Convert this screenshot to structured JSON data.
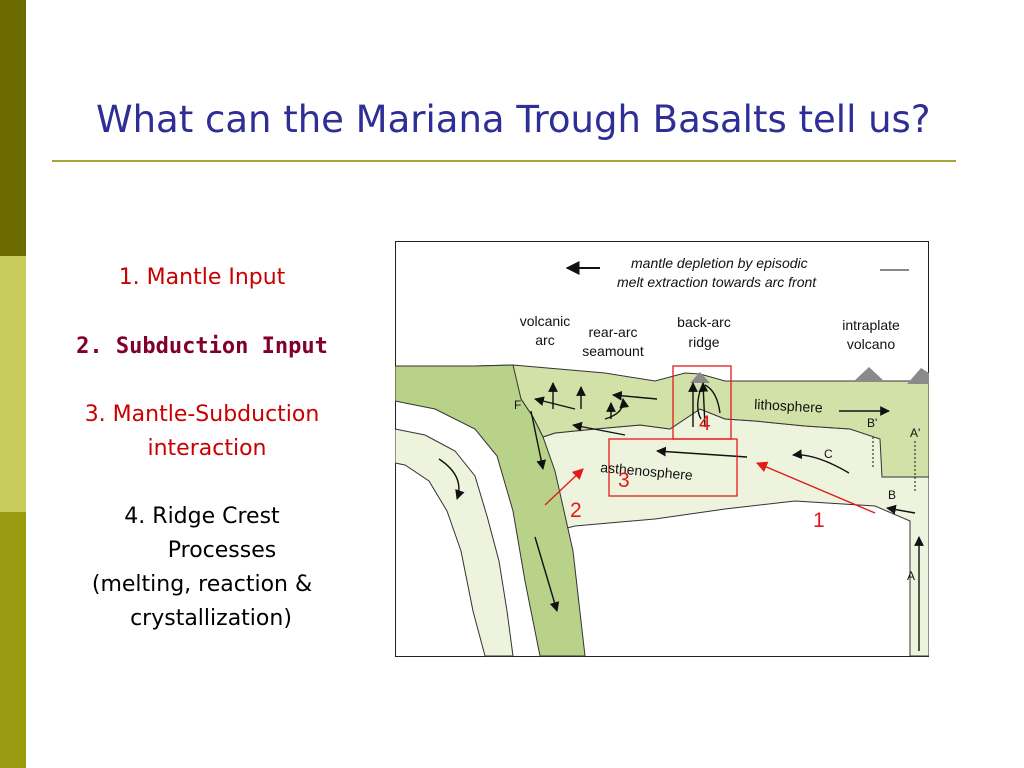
{
  "sidebar_colors": [
    "#6b6b00",
    "#c8cc5a",
    "#9a9a10"
  ],
  "title": "What can the Mariana Trough Basalts tell us?",
  "list": [
    {
      "lines": [
        "1.  Mantle Input"
      ]
    },
    {
      "lines": [
        "2. Subduction Input"
      ]
    },
    {
      "lines": [
        "3. Mantle-Subduction",
        "interaction"
      ]
    },
    {
      "lines": [
        "4. Ridge Crest",
        "Processes",
        "(melting, reaction &",
        "crystallization)"
      ]
    }
  ],
  "diagram": {
    "header_line1": "mantle depletion by episodic",
    "header_line2": "melt extraction towards arc front",
    "volcanic_arc": [
      "volcanic",
      "arc"
    ],
    "rear_arc": [
      "rear-arc",
      "seamount"
    ],
    "back_arc": [
      "back-arc",
      "ridge"
    ],
    "intraplate": [
      "intraplate",
      "volcano"
    ],
    "lithosphere": "lithosphere",
    "asthenosphere": "asthenosphere",
    "letters": {
      "F": "F",
      "B_prime": "B'",
      "A_prime": "A'",
      "C": "C",
      "B": "B",
      "A": "A"
    },
    "numbers": {
      "n1": "1",
      "n2": "2",
      "n3": "3",
      "n4": "4"
    },
    "colors": {
      "plate": "#d2e1a8",
      "mantle": "#eef3de",
      "red": "#e41a1a",
      "volcano": "#8a8a8a"
    }
  }
}
